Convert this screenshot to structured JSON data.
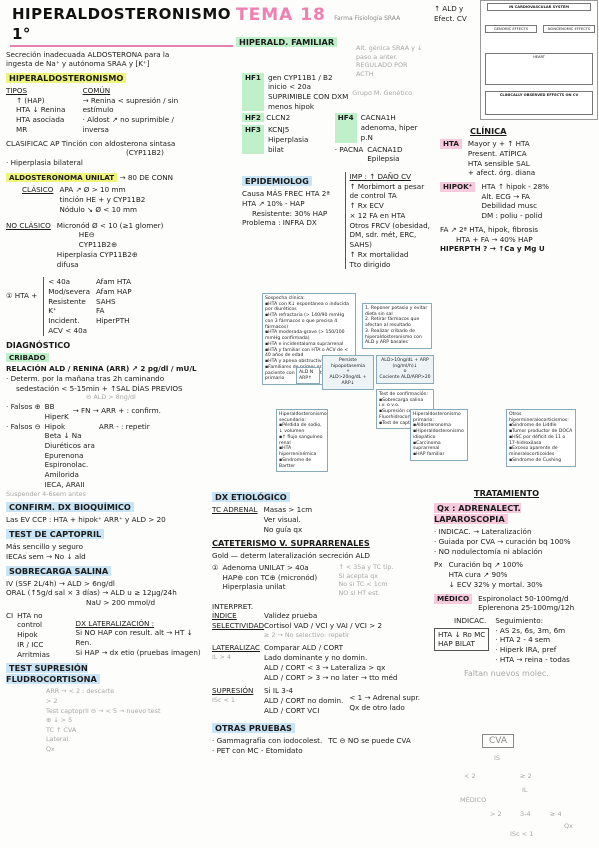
{
  "header": {
    "title": "HIPERALDOSTERONISMO 1°",
    "tema": "TEMA 18",
    "subject": "Farma Fisiología SRAA"
  },
  "col1": {
    "intro": [
      "Secreción inadecuada ALDOSTERONA para la",
      "ingesta de Na⁺ y autónoma SRAA y [K⁺]"
    ],
    "section1": "HIPERALDOSTERONISMO",
    "tipos_label": "TIPOS",
    "tipos": [
      "↑ (HAP)",
      "HTA ↓ Renina",
      "HTA asociada MR"
    ],
    "comun_label": "COMÚN",
    "comun": [
      "→ Renina < supresión / sin estímulo",
      "· Aldost ↗ no suprimible / inversa"
    ],
    "clasif": "CLASIFICAC AP   Tinción con aldosterona sintasa",
    "clasif2": "(CYP11B2)",
    "hip_bilateral": "· Hiperplasia bilateral",
    "adenoma": "ALDOSTERONOMA UNILAT",
    "adenoma_note": "→ 80 DE CONN",
    "clasico": "CLÁSICO",
    "clasico_items": [
      "APA ↗ Ø > 10 mm",
      "tinción HE + y CYP11B2",
      "Nódulo ↘ Ø < 10 mm"
    ],
    "noclasico": "NO CLÁSICO",
    "noclasico_items": [
      "Micronód  Ø < 10 (≥1 glomer)",
      "HE⊖",
      "CYP11B2⊕",
      "Hiperplasia  CYP11B2⊕",
      "difusa"
    ],
    "criterios_num": "①",
    "criterios_lead": "HTA +",
    "criterios": [
      "< 40a",
      "Mod/severa",
      "Resistente",
      "K⁺",
      "Incident.",
      "ACV < 40a"
    ],
    "criterios_right": [
      "Afam HTA",
      "Afam HAP",
      "SAHS",
      "FA",
      "HiperPTH"
    ],
    "diagnostico": "DIAGNÓSTICO",
    "cribado": "CRIBADO",
    "ratio": "RELACIÓN ALD / RENINA (ARR) ↗ 2 pg/dl / mU/L",
    "determ": [
      "· Determ. por la mañana tras 2h caminando",
      "sedestación < 5-15min + ↑SAL DÍAS PREVIOS"
    ],
    "faint_ald": "⊖ ALD > 8ng/dl",
    "falsos_pos": "· Falsos ⊕",
    "fp_items": [
      "BB",
      "HiperK"
    ],
    "fn_arrow": "→ FN → ARR + : confirm.",
    "falsos_neg": "· Falsos ⊖",
    "fn_items": [
      "Hipok",
      "Beta ↓ Na",
      "Diuréticos ara",
      "Epurenona",
      "Espironolac.",
      "Amilorida",
      "IECA, ARAII"
    ],
    "fn_repetir": "ARR - : repetir",
    "suspender": "Suspender 4-6sem antes",
    "confirm": "CONFIRM. DX BIOQUÍMICO",
    "confirm_line": "Las EV CCP : HTA + hipok⁺ ARR⁺ y ALD > 20",
    "captopril": "TEST DE CAPTOPRIL",
    "captopril_items": [
      "Más sencillo y seguro",
      "IECAs sem → No ↓ ald"
    ],
    "salina": "SOBRECARGA SALINA",
    "salina_items": [
      "IV (SSF 2L/4h) → ALD > 6ng/dl",
      "ORAL (↑5g/d sal × 3 días) → ALD u ≥ 12µg/24h",
      "NaU > 200 mmol/d"
    ],
    "ci_label": "CI",
    "ci": [
      "HTA no control",
      "Hipok",
      "IR / ICC",
      "Arritmias"
    ],
    "supresion": "TEST SUPRESIÓN FLUDROCORTISONA",
    "lateral": "DX LATERALIZACIÓN :",
    "lateral_items": [
      "Si NO HAP con result. alt → HT ↓ Ren.",
      "Si HAP → dx etio (pruebas imagen)"
    ],
    "flow": [
      "ARR → < 2 : descarte",
      "> 2",
      "Test captopril ⊖ → < 5 → nuevo test",
      "⊕ ↓ > 5",
      "TC ↑ CVA",
      "Lateral.",
      "Qx"
    ]
  },
  "col2": {
    "familiar": "HIPERALD. FAMILIAR",
    "faint_fam": "Alt. génica SRAA y ↓ paso a anter. REGULADO POR ACTH",
    "hf1_label": "HF1",
    "hf1": [
      "gen CYP11B1 / B2",
      "inicio < 20a",
      "SUPRIMIBLE CON DXM",
      "menos hipok"
    ],
    "hf1_note": "Grupo M. Genético",
    "hf2_label": "HF2",
    "hf2": "CLCN2",
    "hf3_label": "HF3",
    "hf3": [
      "KCNJ5",
      "Hiperplasia bilat"
    ],
    "hf4_label": "HF4",
    "hf4": [
      "CACNA1H",
      "adenoma, hiper p.N"
    ],
    "pacna": [
      "· PACNA",
      "CACNA1D",
      "Epilepsia"
    ],
    "epidemio": "EPIDEMIOLOG",
    "epi_items": [
      "Causa MÁS FREC HTA 2ª",
      "HTA ↗ 10% - HAP",
      "Resistente: 30% HAP",
      "Problema : INFRA DX"
    ],
    "imp": "IMP : ↑ DAÑO CV",
    "imp_items": [
      "↑ Morbimort a pesar de control TA",
      "↑ Rx ECV",
      "× 12 FA en HTA",
      "Otros FRCV (obesidad, DM, sdr. mét, ERC, SAHS)",
      "↑ Rx mortalidad",
      "Tto dirigido"
    ],
    "diagram": {
      "sospecha": [
        "Sospecha clínica:",
        "▪HTA con K↓ espontánea o inducida por diuréticos",
        "▪HTA refractaria (> 140/90 mmHg con 3 fármacos o que precisa 4 fármacos)",
        "▪HTA moderada-grave (> 150/100 mmHg confirmada)",
        "▪HTA e incidentaloma suprarrenal",
        "▪HTA y familiar con HTA o ACV de < 40 años de edad",
        "▪HTA y apnea obstructiva del sueño",
        "▪Familiares de primer grado de paciente con hiperaldosteronismo primario"
      ],
      "steps": [
        "1. Reponer potasio y evitar dieta sin sal",
        "2. Retirar fármacos que afectan al resultado",
        "3. Realizar cribado de hiperaldosteronismo con ALD y ARP basales"
      ],
      "persiste": [
        "Persiste hipopotasemia",
        "+",
        "ALD>20ng/dL + ARP↓"
      ],
      "ald10": [
        "ALD>10ng/dL + ARP (ng/ml/h)↓",
        "o",
        "Cociente ALD/ARP>20"
      ],
      "aldarp": [
        "ALD N",
        "ARP↑"
      ],
      "confirm": [
        "Test de confirmación:",
        "▪Sobrecarga salina i.v. o v.o.",
        "▪Supresión con Fluorhidrocortisona",
        "▪Test de captopril"
      ],
      "sec": [
        "Hiperaldosteronismo secundario:",
        "▪Pérdida de sodio, ↓ volumen",
        "▪↑ flujo sanguíneo renal",
        "▪HTA hiperreninémica",
        "▪Síndrome de Bartter"
      ],
      "prim": [
        "Hiperaldosteronismo primario:",
        "▪Aldosteronoma",
        "▪Hiperaldosteronismo idiopático",
        "▪Carcinoma suprarrenal",
        "▪HAP familiar"
      ],
      "otros": [
        "Otros hipermineralocorticismos:",
        "▪Síndrome de Liddle",
        "▪Tumor productor de DOCA",
        "▪HSC por déficit de 11 o 17-hidroxilasa",
        "▪Exceso aparente de mineralocorticoides",
        "▪Síndrome de Cushing"
      ]
    },
    "etio": "DX ETIOLÓGICO",
    "tc": "TC ADRENAL",
    "tc_items": [
      "Masas > 1cm",
      "Ver visual.",
      "No guía qx"
    ],
    "cateter": "CATETERISMO V. SUPRARRENALES",
    "gold": "Gold — determ lateralización secreción ALD",
    "cat_items": [
      "Adenoma UNILAT > 40a",
      "HAP⊕ con TC⊕ (micronód)",
      "Hiperplasia unilat"
    ],
    "cat_faint": [
      "↑ < 35a y TC típ.",
      "Si acepta qx",
      "No si TC < 1cm",
      "NO si HT est."
    ],
    "interpret": "INTERPRET.",
    "sel_label": "ÍNDICE SELECTIVIDAD",
    "sel": [
      "Validez prueba",
      "Cortisol VAD / VCI y VAI / VCI > 2"
    ],
    "sel_faint": "≥ 2 → No selectivo: repetir",
    "lat_label": "LATERALIZAC",
    "lat": [
      "Comparar ALD / CORT",
      "Lado dominante y no domin.",
      "ALD / CORT < 3 → Lateraliza > qx",
      "ALD / CORT > 3 → no later → tto méd"
    ],
    "lat_faint": "IL > 4",
    "sup_label": "SUPRESIÓN",
    "sup": [
      "Si IL 3-4",
      "ALD / CORT no domin.",
      "ALD / CORT VCI"
    ],
    "sup_right": [
      "< 1 → Adrenal supr.",
      "Qx de otro lado"
    ],
    "sup_faint": "ISc < 1",
    "otras": "OTRAS PRUEBAS",
    "otras_items": [
      "· Gammagrafía con iodocolest.",
      "· PET con MC - Etomidato"
    ],
    "otras_right": "TC ⊖ NO se puede CVA"
  },
  "col3": {
    "top": [
      "↑ ALD y",
      "Efect. CV"
    ],
    "img": [
      "IN CARDIOVASCULAR SYSTEM",
      "GENOMIC EFFECTS",
      "NONGENOMIC EFFECTS",
      "HEART",
      "CLINICALLY OBSERVED EFFECTS ON CV"
    ],
    "clinica": "CLÍNICA",
    "hta_label": "HTA",
    "hta_items": [
      "Mayor y + ↑ HTA",
      "Present. ATÍPICA",
      "HTA sensible SAL",
      "+ afect. órg. diana"
    ],
    "hipok_label": "HIPOK⁺",
    "hipok_items": [
      "HTA ↑ hipok - 28%",
      "Alt. ECG → FA",
      "Debilidad musc",
      "DM : poliu - polid"
    ],
    "fa": "FA ↗ 2ª HTA, hipok, fibrosis",
    "fa2": "HTA + FA → 40% HAP",
    "hiperpth": "HIPERPTH ? → ↑Ca y Mg U",
    "tratamiento": "TRATAMIENTO",
    "qx": "Qx : ADRENALECT. LAPAROSCOPIA",
    "qx_items": [
      "· INDICAC. → Lateralización",
      "· Guiada por CVA → curación bq 100%",
      "· NO nodulectomía ni ablación"
    ],
    "px_label": "Px",
    "px_items": [
      "Curación bq ↗ 100%",
      "HTA cura ↗ 90%",
      "↓ ECV 32% y mortal. 30%"
    ],
    "medico": "MÉDICO",
    "medico_items": [
      "Espironolact 50-100mg/d",
      "Eplerenona 25-100mg/12h"
    ],
    "indic": "INDICAC.",
    "indic_items": [
      "HTA ↓ Ro MC",
      "HAP BILAT"
    ],
    "seguim": "Seguimiento:",
    "seguim_items": [
      "· AS 2s, 6s, 3m, 6m",
      "· HTA 2 - 4 sem",
      "· Hiperk IRA, pref",
      "· HTA → reina - todas"
    ],
    "faltan": "Faltan nuevos molec.",
    "cva": "CVA",
    "cva_flow": [
      "IS",
      "< 2",
      "≥ 2",
      "MÉDICO",
      "IL",
      "> 2",
      "3-4",
      "≥ 4",
      "Qx",
      "ISc < 1"
    ]
  }
}
